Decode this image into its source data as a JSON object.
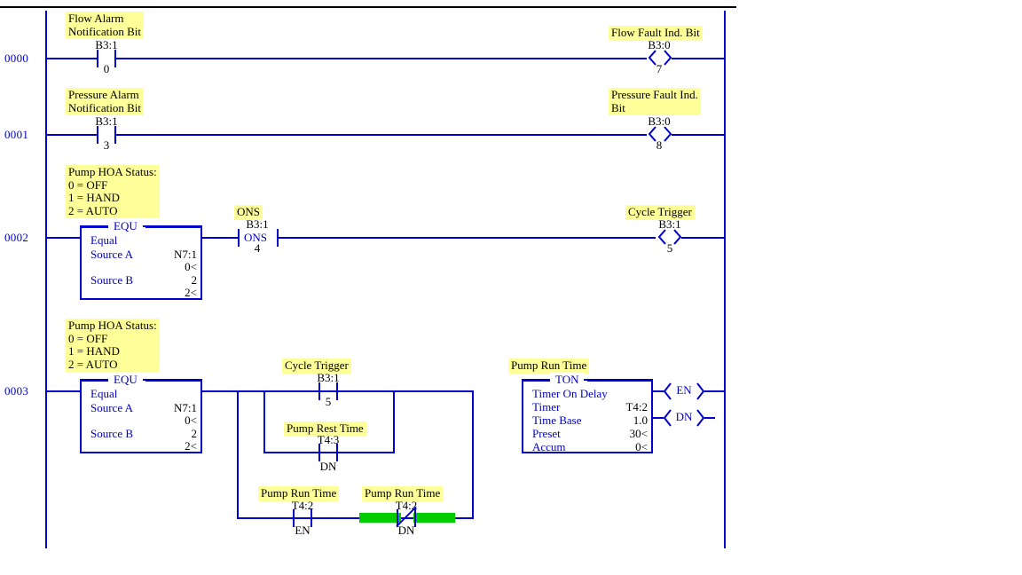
{
  "colors": {
    "wire": "#0000CC",
    "text_blue": "#0000CC",
    "text_black": "#000000",
    "comment_highlight": "#FFFF99",
    "energized_highlight": "#00CC00",
    "background": "#FFFFFF",
    "top_border": "#000000"
  },
  "rungs": [
    {
      "number": "0000",
      "input": {
        "comment": "Flow Alarm\nNotification Bit",
        "address": "B3:1",
        "bit": "0",
        "type": "XIC"
      },
      "output": {
        "comment": "Flow Fault Ind. Bit",
        "address": "B3:0",
        "bit": "7",
        "type": "OTE"
      }
    },
    {
      "number": "0001",
      "input": {
        "comment": "Pressure Alarm\nNotification Bit",
        "address": "B3:1",
        "bit": "3",
        "type": "XIC"
      },
      "output": {
        "comment": "Pressure Fault Ind.\nBit",
        "address": "B3:0",
        "bit": "8",
        "type": "OTE"
      }
    },
    {
      "number": "0002",
      "comment": "Pump HOA Status:\n0 = OFF\n1 = HAND\n2 = AUTO",
      "equ": {
        "title": "EQU",
        "line1": "Equal",
        "source_a_label": "Source A",
        "source_a_value": "N7:1",
        "source_a_actual": "0<",
        "source_b_label": "Source B",
        "source_b_value": "2",
        "source_b_actual": "2<"
      },
      "ons": {
        "comment": "ONS",
        "address": "B3:1",
        "mnemonic": "ONS",
        "bit": "4"
      },
      "output": {
        "comment": "Cycle Trigger",
        "address": "B3:1",
        "bit": "5",
        "type": "OTE"
      }
    },
    {
      "number": "0003",
      "comment": "Pump HOA Status:\n0 = OFF\n1 = HAND\n2 = AUTO",
      "equ": {
        "title": "EQU",
        "line1": "Equal",
        "source_a_label": "Source A",
        "source_a_value": "N7:1",
        "source_a_actual": "0<",
        "source_b_label": "Source B",
        "source_b_value": "2",
        "source_b_actual": "2<"
      },
      "branch": [
        {
          "comment": "Cycle Trigger",
          "address": "B3:1",
          "bit": "5",
          "type": "XIC",
          "energized": false
        },
        {
          "comment": "Pump Rest Time",
          "address": "T4:3",
          "bit": "DN",
          "type": "XIC",
          "energized": false
        },
        {
          "comment": "Pump Run Time",
          "address": "T4:2",
          "bit": "EN",
          "type": "XIC",
          "energized": false
        },
        {
          "comment": "Pump Run Time",
          "address": "T4:2",
          "bit": "DN",
          "type": "XIO",
          "energized": true
        }
      ],
      "ton": {
        "comment": "Pump Run Time",
        "title": "TON",
        "line1": "Timer On Delay",
        "timer_label": "Timer",
        "timer_value": "T4:2",
        "timebase_label": "Time Base",
        "timebase_value": "1.0",
        "preset_label": "Preset",
        "preset_value": "30<",
        "accum_label": "Accum",
        "accum_value": "0<",
        "coil_en": "EN",
        "coil_dn": "DN"
      }
    }
  ]
}
